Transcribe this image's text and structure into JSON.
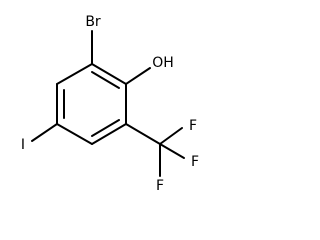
{
  "molecule": {
    "atoms": {
      "bromine": "Br",
      "hydroxyl": "OH",
      "iodine": "I",
      "fluorine_top": "F",
      "fluorine_right": "F",
      "fluorine_bottom": "F"
    }
  }
}
